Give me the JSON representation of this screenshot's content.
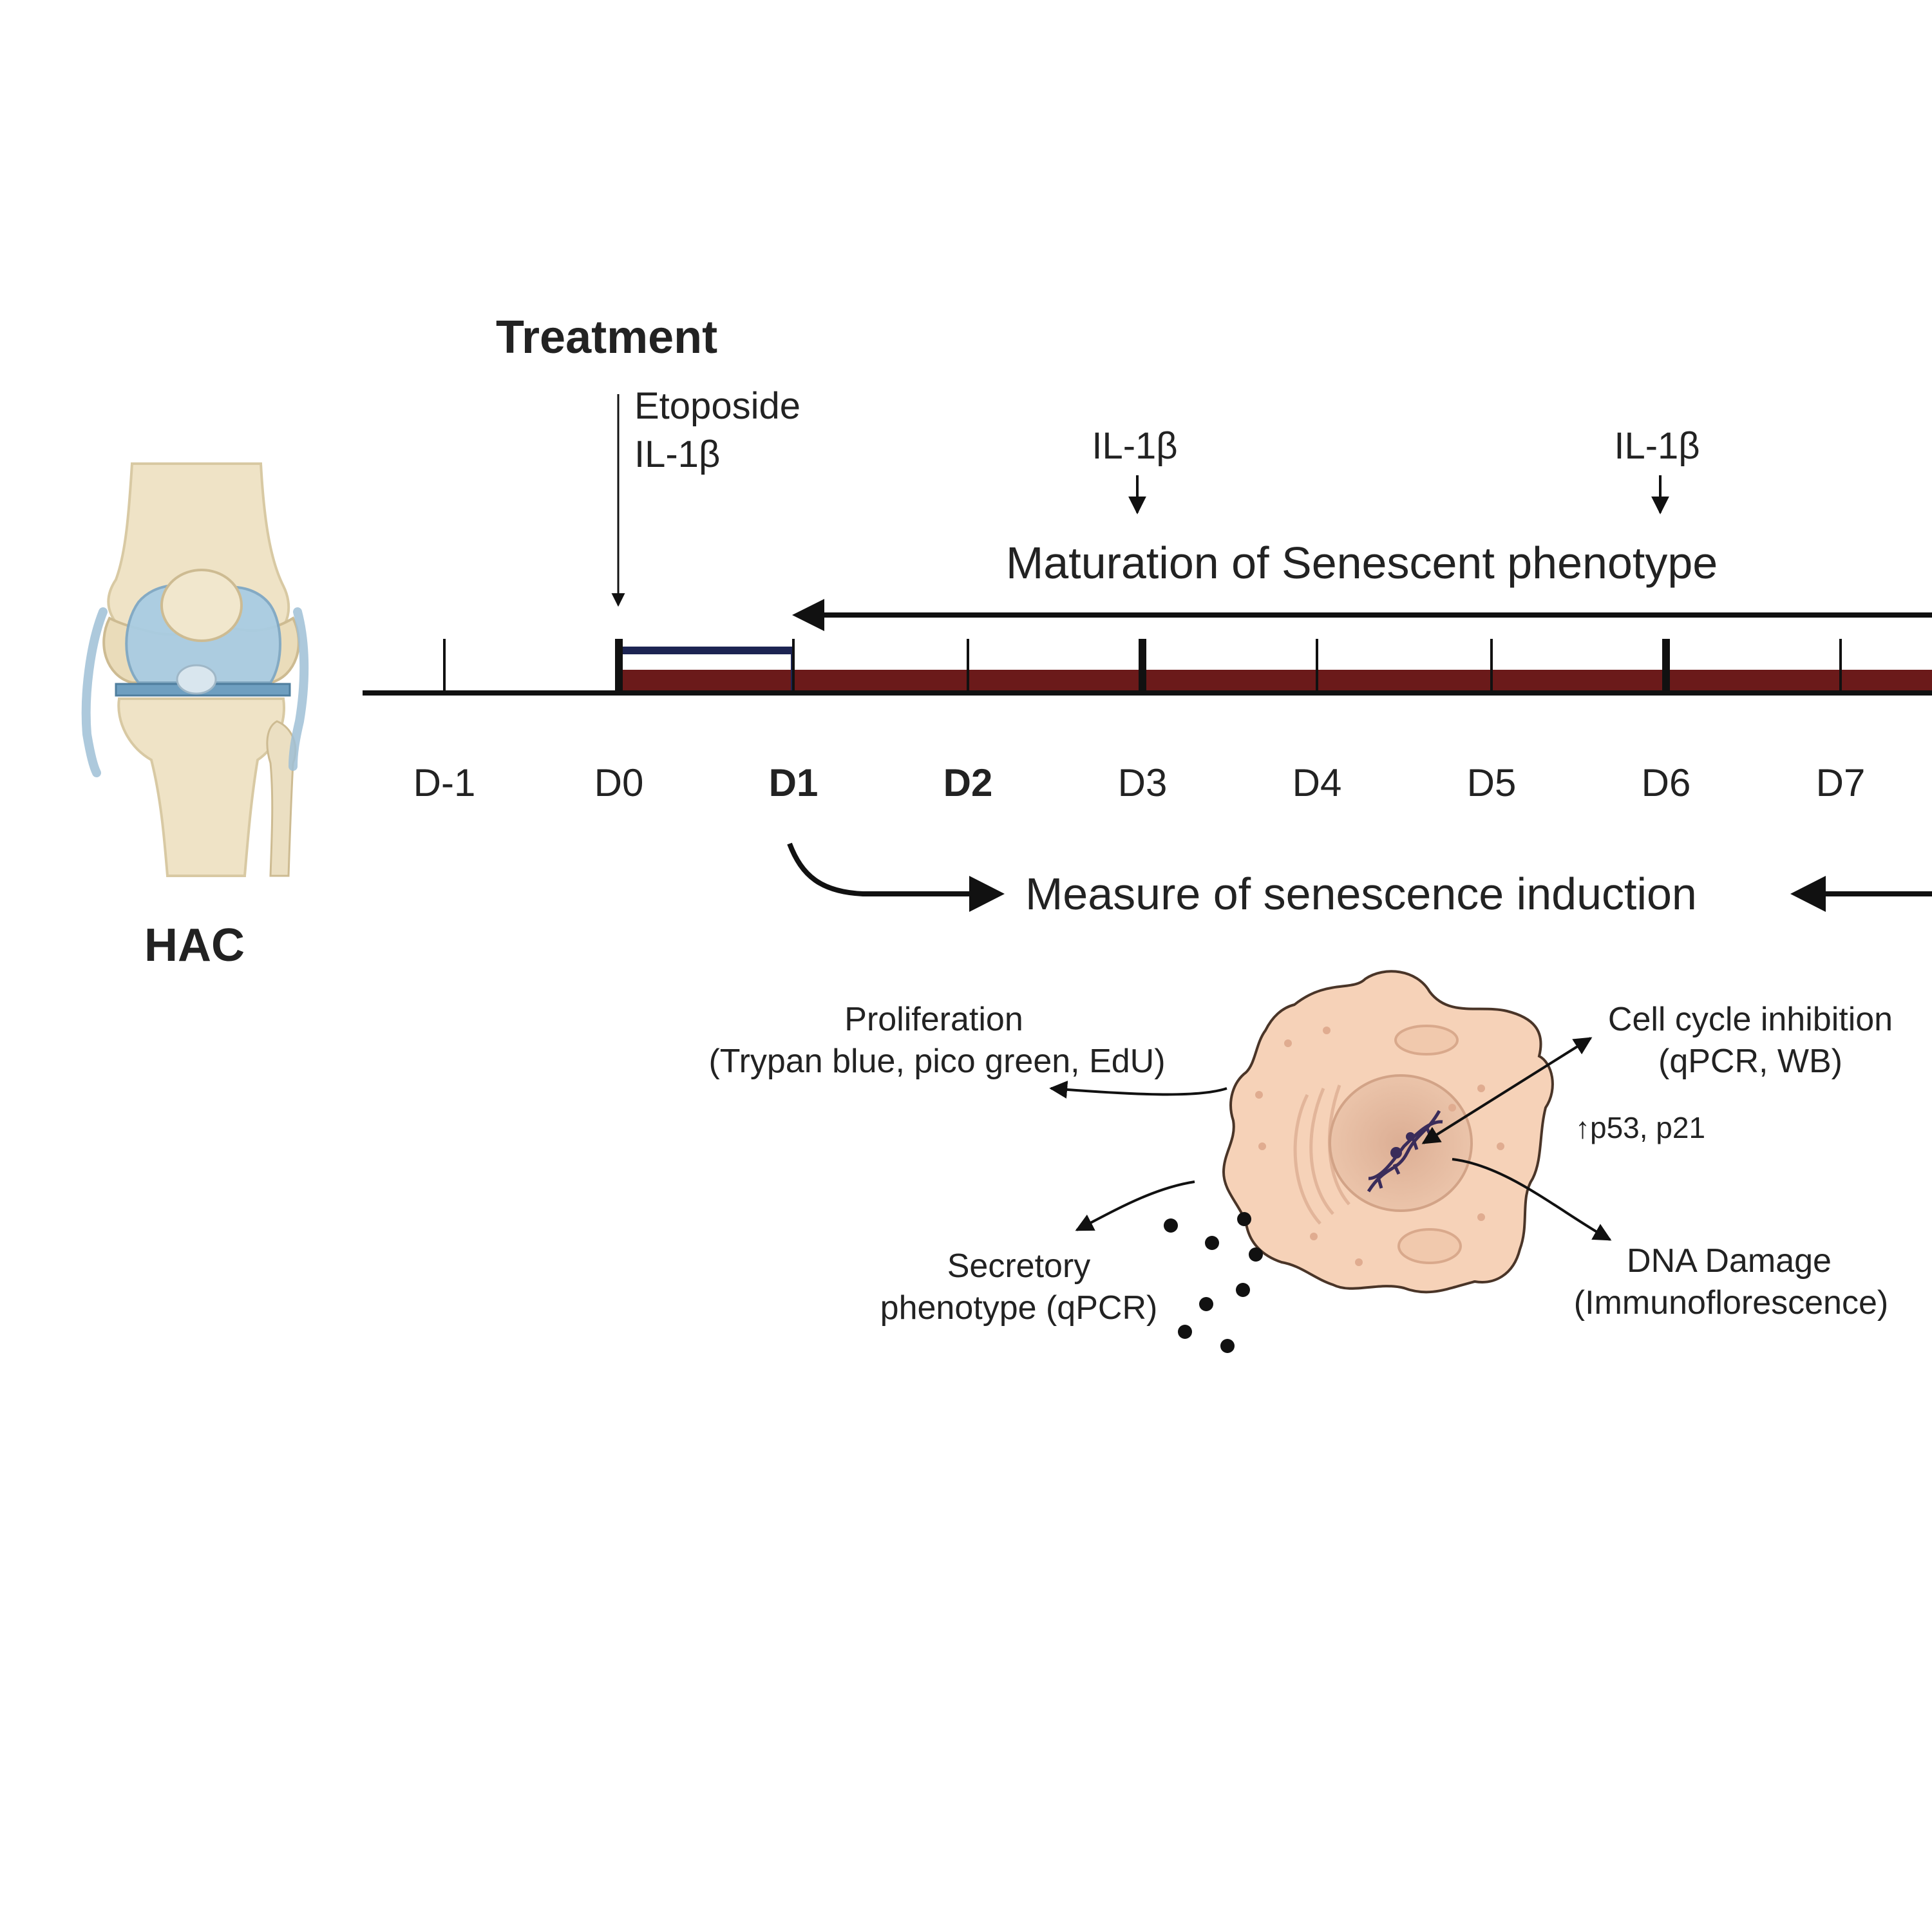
{
  "hac_label": "HAC",
  "treatment": {
    "title": "Treatment",
    "d0_agents": [
      "Etoposide",
      "IL-1β"
    ],
    "d3_agent": "IL-1β",
    "d6_agent": "IL-1β"
  },
  "maturation_label": "Maturation of Senescent phenotype",
  "timeline": {
    "days": [
      {
        "label": "D-1",
        "bold": false
      },
      {
        "label": "D0",
        "bold": false
      },
      {
        "label": "D1",
        "bold": true
      },
      {
        "label": "D2",
        "bold": true
      },
      {
        "label": "D3",
        "bold": false
      },
      {
        "label": "D4",
        "bold": false
      },
      {
        "label": "D5",
        "bold": false
      },
      {
        "label": "D6",
        "bold": false
      },
      {
        "label": "D7",
        "bold": false
      }
    ]
  },
  "measure_label": "Measure of senescence induction",
  "assays": {
    "proliferation": [
      "Proliferation",
      "(Trypan blue, pico green, EdU)"
    ],
    "cell_cycle": [
      "Cell cycle inhibition",
      "(qPCR, WB)"
    ],
    "markers": "↑p53, p21",
    "secretory": [
      "Secretory",
      "phenotype (qPCR)"
    ],
    "dna_damage": [
      "DNA Damage",
      "(Immunoflorescence)"
    ]
  },
  "colors": {
    "timeline_line": "#111111",
    "treatment_bar": "#6b1a1a",
    "etoposide_bar": "#1c2452",
    "cell_fill": "#f6d2b8",
    "cell_stroke": "#4a3528",
    "bone": "#efe3c6",
    "cartilage": "#a9cce3"
  }
}
